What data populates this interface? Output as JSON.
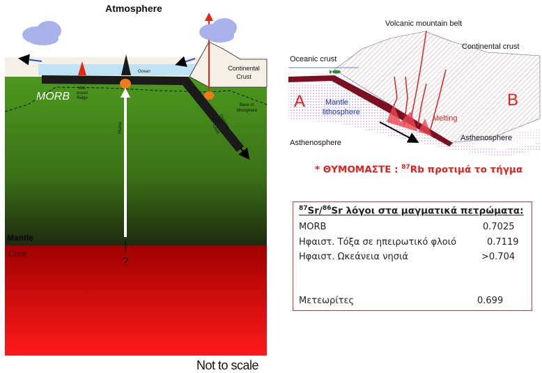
{
  "left_diagram": {
    "atmosphere": "Atmosphere",
    "ocean": "Ocean",
    "continental_crust_line1": "Continental",
    "continental_crust_line2": "Crust",
    "morb": "MORB",
    "ridge_line1": "Mid-",
    "ridge_line2": "ocean",
    "ridge_line3": "Ridge",
    "plume": "Plume",
    "oceanic_crust_line1": "Oceanic",
    "oceanic_crust_line2": "Crust",
    "base_lith_line1": "Base of",
    "base_lith_line2": "lithosphere",
    "mantle": "Mantle",
    "core": "Core",
    "question": "?",
    "not_to_scale": "Not to scale"
  },
  "right_diagram": {
    "volcanic_belt": "Volcanic mountain belt",
    "oceanic_crust": "Oceanic crust",
    "continental_crust": "Continental crust",
    "label_a": "A",
    "label_b": "B",
    "mantle_lith_line1": "Mantle",
    "mantle_lith_line2": "lithosphere",
    "melting": "Melting",
    "asthenosphere_left": "Asthenosphere",
    "asthenosphere_right": "Asthenosphere"
  },
  "note": {
    "prefix": "* ΘΥΜΟΜΑΣΤΕ : ",
    "sup": "87",
    "suffix": "Rb προτιμά το τήγμα"
  },
  "table": {
    "title_sup1": "87",
    "title_mid": "Sr/",
    "title_sup2": "86",
    "title_rest": "Sr λόγοι στα μαγματικά πετρώματα:",
    "rows": [
      {
        "label": "MORB",
        "value": "0.7025"
      },
      {
        "label": "Ηφαιστ. Τόξα σε ηπειρωτικό φλοιό",
        "value": "0.7119"
      },
      {
        "label": "Ηφαιστ. Ωκεάνεια νησιά",
        "value": ">0.704"
      },
      {
        "label": "Μετεωρίτες",
        "value": "0.699"
      }
    ]
  },
  "colors": {
    "mantle_top": "#4c9a1e",
    "mantle_bottom": "#1e2a10",
    "core_top": "#a00000",
    "core_bottom": "#ff1a1a",
    "accent_red": "#e0201b"
  }
}
